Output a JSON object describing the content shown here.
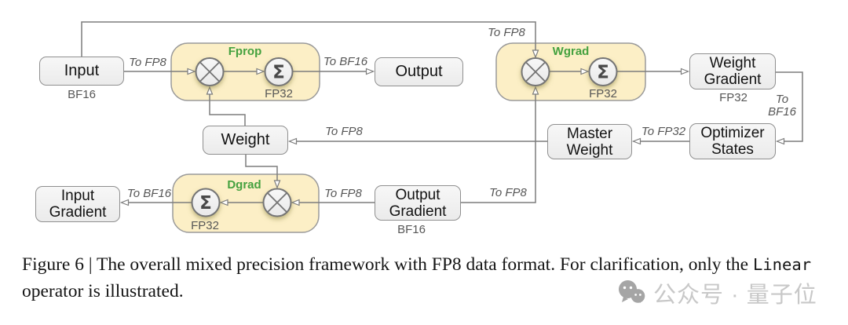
{
  "symbols": {
    "sigma": "Σ"
  },
  "diagram": {
    "groups": {
      "fprop": "Fprop",
      "wgrad": "Wgrad",
      "dgrad": "Dgrad"
    },
    "nodes": {
      "input": "Input",
      "output": "Output",
      "weight": "Weight",
      "weight_gradient": "Weight Gradient",
      "optimizer_states": "Optimizer States",
      "master_weight": "Master Weight",
      "input_gradient": "Input Gradient",
      "output_gradient": "Output Gradient"
    },
    "precision_tags": {
      "input": "BF16",
      "fprop_sum": "FP32",
      "wgrad_sum": "FP32",
      "weight_gradient": "FP32",
      "dgrad_sum": "FP32",
      "output_gradient": "BF16"
    },
    "edge_labels": {
      "input_to_fprop": "To FP8",
      "fprop_to_output": "To BF16",
      "input_to_wgrad": "To FP8",
      "master_to_weight": "To FP8",
      "optim_to_master": "To FP32",
      "weight_gradient_to_optim": "To BF16",
      "dgrad_to_input_gradient": "To BF16",
      "output_gradient_to_dgrad": "To FP8",
      "output_gradient_to_wgrad": "To FP8"
    },
    "colors": {
      "group_fill": "#fcefc6",
      "group_border": "#9a9a9a",
      "node_fill": "#f1f1f1",
      "node_border": "#8f8f8f",
      "wire": "#7d7d7d",
      "green_label": "#44a13f",
      "gray_label": "#565656"
    }
  },
  "caption": {
    "before_code": "Figure 6 | The overall mixed precision framework with FP8 data format. For clarification, only the ",
    "code": "Linear",
    "after_code": " operator is illustrated."
  },
  "watermark": {
    "text": "公众号 · 量子位"
  }
}
